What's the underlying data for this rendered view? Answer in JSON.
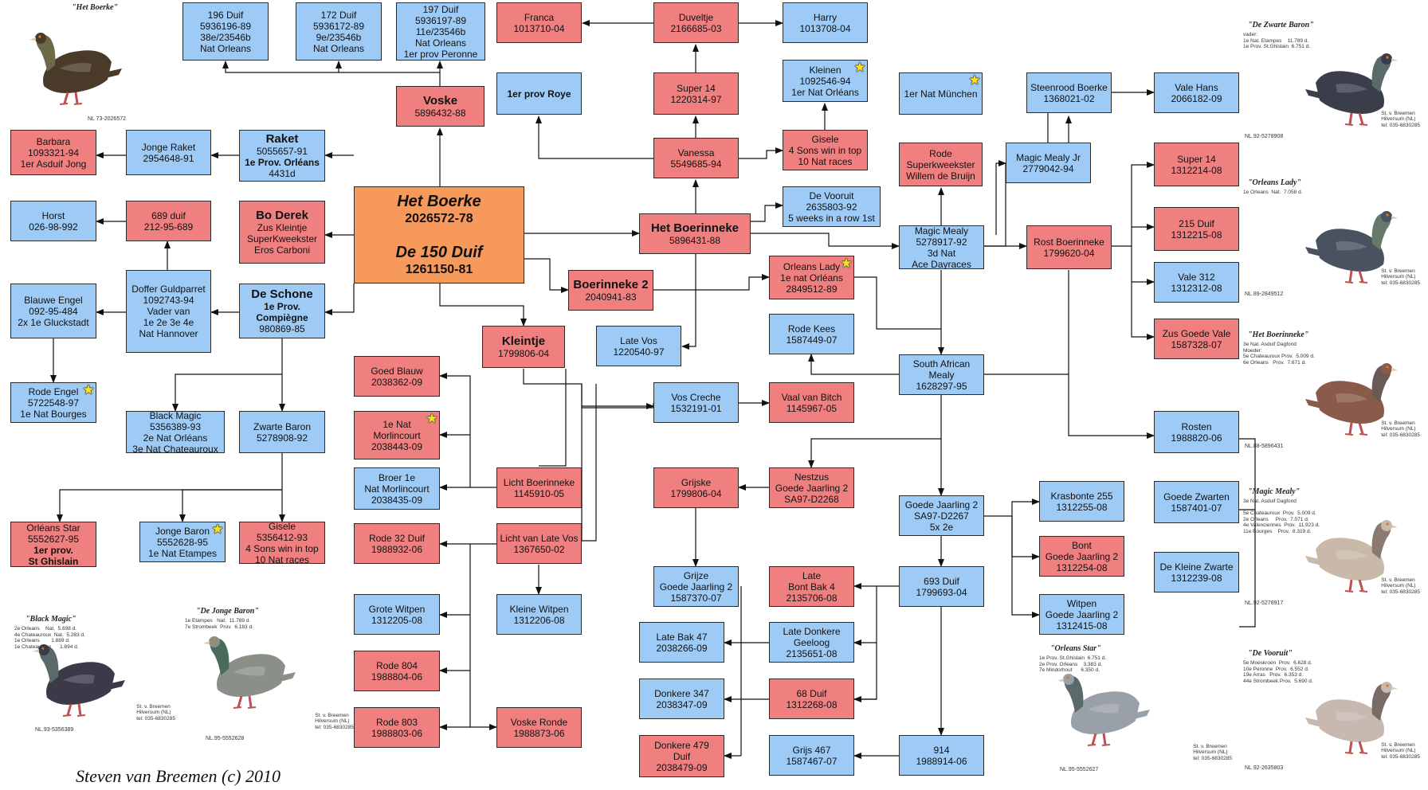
{
  "nodes": [
    {
      "id": "het_boerke_photo_ref",
      "skip": true
    },
    {
      "id": "duif196",
      "color": "blue",
      "lines": [
        "196 Duif",
        "5936196-89",
        "38e/23546b",
        "Nat Orleans"
      ]
    },
    {
      "id": "duif172",
      "color": "blue",
      "lines": [
        "172 Duif",
        "5936172-89",
        "9e/23546b",
        "Nat Orleans"
      ]
    },
    {
      "id": "duif197",
      "color": "blue",
      "lines": [
        "197 Duif",
        "5936197-89",
        "11e/23546b",
        "Nat Orleans",
        "1er prov Peronne"
      ]
    },
    {
      "id": "franca",
      "color": "red",
      "lines": [
        "Franca",
        "1013710-04"
      ]
    },
    {
      "id": "duveltje",
      "color": "red",
      "lines": [
        "Duveltje",
        "2166685-03"
      ]
    },
    {
      "id": "harry",
      "color": "blue",
      "lines": [
        "Harry",
        "1013708-04"
      ]
    },
    {
      "id": "voske",
      "color": "red",
      "lines": [
        "Voske",
        "5896432-88"
      ],
      "bold": [
        0
      ],
      "title": [
        0
      ]
    },
    {
      "id": "prov_roye",
      "color": "blue",
      "lines": [
        "1er prov Roye"
      ],
      "bold": [
        0
      ]
    },
    {
      "id": "super14a",
      "color": "red",
      "lines": [
        "Super 14",
        "1220314-97"
      ]
    },
    {
      "id": "kleinen",
      "color": "blue",
      "lines": [
        "Kleinen",
        "1092546-94",
        "1er Nat Orléans"
      ],
      "star": true
    },
    {
      "id": "munchen",
      "color": "blue",
      "lines": [
        "1er Nat München"
      ],
      "star": true
    },
    {
      "id": "steenrood",
      "color": "blue",
      "lines": [
        "Steenrood Boerke",
        "1368021-02"
      ]
    },
    {
      "id": "vale_hans",
      "color": "blue",
      "lines": [
        "Vale Hans",
        "2066182-09"
      ]
    },
    {
      "id": "barbara",
      "color": "red",
      "lines": [
        "Barbara",
        "1093321-94",
        "1er Asduif Jong"
      ]
    },
    {
      "id": "jonge_raket",
      "color": "blue",
      "lines": [
        "Jonge Raket",
        "2954648-91"
      ]
    },
    {
      "id": "raket",
      "color": "blue",
      "lines": [
        "Raket",
        "5055657-91",
        "1e Prov. Orléans",
        "4431d"
      ],
      "bold": [
        0,
        2
      ],
      "title": [
        0
      ]
    },
    {
      "id": "vanessa",
      "color": "red",
      "lines": [
        "Vanessa",
        "5549685-94"
      ]
    },
    {
      "id": "gisele_top",
      "color": "red",
      "lines": [
        "Gisele",
        "4 Sons win in top",
        "10 Nat races"
      ]
    },
    {
      "id": "rode_superk",
      "color": "red",
      "lines": [
        "Rode",
        "Superkweekster",
        "Willem de Bruijn"
      ]
    },
    {
      "id": "magic_jr",
      "color": "blue",
      "lines": [
        "Magic Mealy Jr",
        "2779042-94"
      ]
    },
    {
      "id": "super14b",
      "color": "red",
      "lines": [
        "Super 14",
        "1312214-08"
      ]
    },
    {
      "id": "horst",
      "color": "blue",
      "lines": [
        "Horst",
        "026-98-992"
      ]
    },
    {
      "id": "duif689",
      "color": "red",
      "lines": [
        "689 duif",
        "212-95-689"
      ]
    },
    {
      "id": "bo_derek",
      "color": "red",
      "lines": [
        "Bo Derek",
        "Zus Kleintje",
        "SuperKweekster",
        "Eros Carboni"
      ],
      "bold": [
        0
      ],
      "title": [
        0
      ]
    },
    {
      "id": "het_boerke",
      "color": "orange",
      "big": true,
      "lines": [
        "Het Boerke",
        "2026572-78",
        "",
        "De 150 Duif",
        "1261150-81"
      ]
    },
    {
      "id": "vooruit",
      "color": "blue",
      "lines": [
        "De Vooruit",
        "2635803-92",
        "5 weeks in a row 1st"
      ]
    },
    {
      "id": "boerinneke",
      "color": "red",
      "lines": [
        "Het Boerinneke",
        "5896431-88"
      ],
      "bold": [
        0
      ],
      "title": [
        0
      ]
    },
    {
      "id": "magic_mealy",
      "color": "blue",
      "lines": [
        "Magic Mealy",
        "5278917-92",
        "3d Nat",
        "Ace Dayraces"
      ]
    },
    {
      "id": "rost",
      "color": "red",
      "lines": [
        "Rost Boerinneke",
        "1799620-04"
      ]
    },
    {
      "id": "duif215",
      "color": "red",
      "lines": [
        "215 Duif",
        "1312215-08"
      ]
    },
    {
      "id": "blauwe_engel",
      "color": "blue",
      "lines": [
        "Blauwe Engel",
        "092-95-484",
        "2x 1e Gluckstadt"
      ]
    },
    {
      "id": "doffer",
      "color": "blue",
      "lines": [
        "Doffer Guldparret",
        "1092743-94",
        "Vader van",
        "1e 2e 3e 4e",
        "Nat Hannover"
      ]
    },
    {
      "id": "schone",
      "color": "blue",
      "lines": [
        "De Schone",
        "1e Prov.",
        "Compiègne",
        "980869-85"
      ],
      "bold": [
        0,
        1,
        2
      ],
      "title": [
        0
      ]
    },
    {
      "id": "boerinneke2",
      "color": "red",
      "lines": [
        "Boerinneke 2",
        "2040941-83"
      ],
      "bold": [
        0
      ],
      "title": [
        0
      ]
    },
    {
      "id": "orleans_lady",
      "color": "red",
      "lines": [
        "Orleans Lady",
        "1e nat Orléans",
        "2849512-89"
      ],
      "star": true
    },
    {
      "id": "vale312",
      "color": "blue",
      "lines": [
        "Vale 312",
        "1312312-08"
      ]
    },
    {
      "id": "kleintje",
      "color": "red",
      "lines": [
        "Kleintje",
        "1799806-04"
      ],
      "bold": [
        0
      ],
      "title": [
        0
      ]
    },
    {
      "id": "late_vos",
      "color": "blue",
      "lines": [
        "Late Vos",
        "1220540-97"
      ]
    },
    {
      "id": "rode_kees",
      "color": "blue",
      "lines": [
        "Rode Kees",
        "1587449-07"
      ]
    },
    {
      "id": "zus_goede",
      "color": "red",
      "lines": [
        "Zus Goede Vale",
        "1587328-07"
      ]
    },
    {
      "id": "goed_blauw",
      "color": "red",
      "lines": [
        "Goed Blauw",
        "2038362-09"
      ]
    },
    {
      "id": "south_african",
      "color": "blue",
      "lines": [
        "South African",
        "Mealy",
        "1628297-95"
      ]
    },
    {
      "id": "rode_engel",
      "color": "blue",
      "lines": [
        "Rode Engel",
        "5722548-97",
        "1e Nat Bourges"
      ],
      "star": true
    },
    {
      "id": "vos_creche",
      "color": "blue",
      "lines": [
        "Vos Creche",
        "1532191-01"
      ]
    },
    {
      "id": "vaal_bitch",
      "color": "red",
      "lines": [
        "Vaal van Bitch",
        "1145967-05"
      ]
    },
    {
      "id": "morlincourt",
      "color": "red",
      "lines": [
        "1e Nat",
        "Morlincourt",
        "2038443-09"
      ],
      "star": true
    },
    {
      "id": "black_magic",
      "color": "blue",
      "lines": [
        "Black Magic",
        "5356389-93",
        "2e Nat Orléans",
        "3e Nat Chateauroux"
      ]
    },
    {
      "id": "zwarte_baron",
      "color": "blue",
      "lines": [
        "Zwarte Baron",
        "5278908-92"
      ]
    },
    {
      "id": "rosten",
      "color": "blue",
      "lines": [
        "Rosten",
        "1988820-06"
      ]
    },
    {
      "id": "broer",
      "color": "blue",
      "lines": [
        "Broer 1e",
        "Nat Morlincourt",
        "2038435-09"
      ]
    },
    {
      "id": "licht_boer",
      "color": "red",
      "lines": [
        "Licht Boerinneke",
        "1145910-05"
      ]
    },
    {
      "id": "grijske",
      "color": "red",
      "lines": [
        "Grijske",
        "1799806-04"
      ]
    },
    {
      "id": "nestzus",
      "color": "red",
      "lines": [
        "Nestzus",
        "Goede Jaarling 2",
        "SA97-D2268"
      ]
    },
    {
      "id": "goede_jaarling2",
      "color": "blue",
      "lines": [
        "Goede Jaarling 2",
        "SA97-D2267",
        "5x 2e"
      ]
    },
    {
      "id": "krasbonte",
      "color": "blue",
      "lines": [
        "Krasbonte 255",
        "1312255-08"
      ]
    },
    {
      "id": "goede_zwarten",
      "color": "blue",
      "lines": [
        "Goede Zwarten",
        "1587401-07"
      ]
    },
    {
      "id": "orleans_star",
      "color": "red",
      "lines": [
        "Orléans Star",
        "5552627-95",
        "1er prov.",
        "St Ghislain"
      ],
      "bold": [
        2,
        3
      ]
    },
    {
      "id": "jonge_baron",
      "color": "blue",
      "lines": [
        "Jonge Baron",
        "5552628-95",
        "1e Nat Etampes"
      ],
      "star": true
    },
    {
      "id": "gisele2",
      "color": "red",
      "lines": [
        "Gisele",
        "5356412-93",
        "4 Sons win in top",
        "10 Nat races"
      ]
    },
    {
      "id": "rode32",
      "color": "red",
      "lines": [
        "Rode 32 Duif",
        "1988932-06"
      ]
    },
    {
      "id": "licht_late_vos",
      "color": "red",
      "lines": [
        "Licht van Late Vos",
        "1367650-02"
      ]
    },
    {
      "id": "bont",
      "color": "red",
      "lines": [
        "Bont",
        "Goede Jaarling 2",
        "1312254-08"
      ]
    },
    {
      "id": "grijze",
      "color": "blue",
      "lines": [
        "Grijze",
        "Goede Jaarling 2",
        "1587370-07"
      ]
    },
    {
      "id": "kleine_zwarte",
      "color": "blue",
      "lines": [
        "De Kleine Zwarte",
        "1312239-08"
      ]
    },
    {
      "id": "late_bont",
      "color": "red",
      "lines": [
        "Late",
        "Bont Bak 4",
        "2135706-08"
      ]
    },
    {
      "id": "duif693",
      "color": "blue",
      "lines": [
        "693 Duif",
        "1799693-04"
      ]
    },
    {
      "id": "grote_witpen",
      "color": "blue",
      "lines": [
        "Grote Witpen",
        "1312205-08"
      ]
    },
    {
      "id": "kleine_witpen",
      "color": "blue",
      "lines": [
        "Kleine Witpen",
        "1312206-08"
      ]
    },
    {
      "id": "witpen",
      "color": "blue",
      "lines": [
        "Witpen",
        "Goede Jaarling 2",
        "1312415-08"
      ]
    },
    {
      "id": "late_bak47",
      "color": "blue",
      "lines": [
        "Late Bak 47",
        "2038266-09"
      ]
    },
    {
      "id": "late_donkere",
      "color": "blue",
      "lines": [
        "Late Donkere",
        "Geeloog",
        "2135651-08"
      ]
    },
    {
      "id": "rode804",
      "color": "red",
      "lines": [
        "Rode 804",
        "1988804-06"
      ]
    },
    {
      "id": "donkere347",
      "color": "blue",
      "lines": [
        "Donkere 347",
        "2038347-09"
      ]
    },
    {
      "id": "duif68",
      "color": "red",
      "lines": [
        "68 Duif",
        "1312268-08"
      ]
    },
    {
      "id": "rode803",
      "color": "red",
      "lines": [
        "Rode 803",
        "1988803-06"
      ]
    },
    {
      "id": "voske_ronde",
      "color": "red",
      "lines": [
        "Voske Ronde",
        "1988873-06"
      ]
    },
    {
      "id": "donkere479",
      "color": "red",
      "lines": [
        "Donkere 479",
        "Duif",
        "2038479-09"
      ]
    },
    {
      "id": "grijs467",
      "color": "blue",
      "lines": [
        "Grijs 467",
        "1587467-07"
      ]
    },
    {
      "id": "duif914",
      "color": "blue",
      "lines": [
        "914",
        "1988914-06"
      ]
    }
  ],
  "photos": [
    {
      "id": "p_het_boerke",
      "caption": "\"Het Boerke\"",
      "ring": "NL 73-2026572",
      "stats": "",
      "studio": "",
      "body": "#4a3a2a",
      "neck": "#6d6a4a"
    },
    {
      "id": "p_zwarte_baron",
      "caption": "\"De Zwarte Baron\"",
      "ring": "NL.92-5278908",
      "stats": "vader:\n1e Nat. Etampes    11.789 d.\n1e Prov. St.Ghislain  6.751 d.",
      "studio": "St. v. Breemen\nHilversum (NL)\ntel: 035-6830285",
      "body": "#3a3d4a",
      "neck": "#5a6a6a"
    },
    {
      "id": "p_orleans_lady",
      "caption": "\"Orleans Lady\"",
      "ring": "NL.89-2849512",
      "stats": "1e Orleans  Nat.  7.058 d.",
      "studio": "St. v. Breemen\nHilversum (NL)\ntel: 035-6830285",
      "body": "#4a5260",
      "neck": "#66786a"
    },
    {
      "id": "p_het_boerinneke",
      "caption": "\"Het Boerinneke\"",
      "ring": "NL.88-5896431",
      "stats": "3e Nat. Asduif Dagfond\nMoeder:\n5e Chateauroux Prov.  5.009 d.\n6e Orleans   Prov.  7.671 d.",
      "studio": "St. v. Breemen\nHilversum (NL)\ntel: 035-6830285",
      "body": "#8a5a4a",
      "neck": "#6a5a55"
    },
    {
      "id": "p_magic_mealy",
      "caption": "\"Magic Mealy\"",
      "ring": "NL.92-5278917",
      "stats": "3e Nat. Asduif Dagfond\n\n5e Chateauroux  Prov.  5.009 d.\n2e Orleans     Prov.  7.071 d.\n4e Valenciennes  Prov.  11.923 d.\n11e Bourges    Prov.  8.319 d.",
      "studio": "St. v. Breemen\nHilversum (NL)\ntel: 035-6830285",
      "body": "#c9b9a9",
      "neck": "#8a7a70"
    },
    {
      "id": "p_vooruit",
      "caption": "\"De Vooruit\"",
      "ring": "NL.92-2635803",
      "stats": "5e Moeskroen  Prov.  6.628 d.\n10e Peronne  Prov.  6.552 d.\n19e Arras   Prov.  6.353 d.\n44e Strombeek Prov.  5.690 d.",
      "studio": "St. v. Breemen\nHilversum (NL)\ntel: 035-6830285",
      "body": "#c7b8b0",
      "neck": "#7a6a68"
    },
    {
      "id": "p_orleans_star",
      "caption": "\"Orleans Star\"",
      "ring": "NL.95-5552627",
      "stats": "1e Prov. St.Ghislain  6.751 d.\n2e Prov. Orleans    3.383 d.\n7e Mindorhout      6.350 d.",
      "studio": "St. v. Breemen\nHilversum (NL)\ntel: 035-6830285",
      "body": "#9aa0a8",
      "neck": "#5a6a6a"
    },
    {
      "id": "p_black_magic",
      "caption": "\"Black Magic\"",
      "ring": "NL.93-5356389",
      "stats": "2e Orleans    Nat.  5.698 d.\n4e Chateauroux  Nat.  5.283 d.\n1e Orleans        1.889 d.\n1e Chateauroux      1.694 d.",
      "studio": "St. v. Breemen\nHilversum (NL)\ntel: 035-6830285",
      "body": "#3a3a48",
      "neck": "#5a6a6a"
    },
    {
      "id": "p_jonge_baron",
      "caption": "\"De Jonge Baron\"",
      "ring": "NL.95-5552628",
      "stats": "1e Etampes   Nat.  11.789 d.\n7e Strombeek  Prov.  6.183 d.",
      "studio": "St. v. Breemen\nHilversum (NL)\ntel: 035-6830285",
      "body": "#8a9088",
      "neck": "#4a6a5a"
    }
  ],
  "credit": "Steven van Breemen (c) 2010",
  "colors": {
    "red": "#f08080",
    "blue": "#9ecbf6",
    "orange": "#f7995a",
    "line": "#111111"
  }
}
